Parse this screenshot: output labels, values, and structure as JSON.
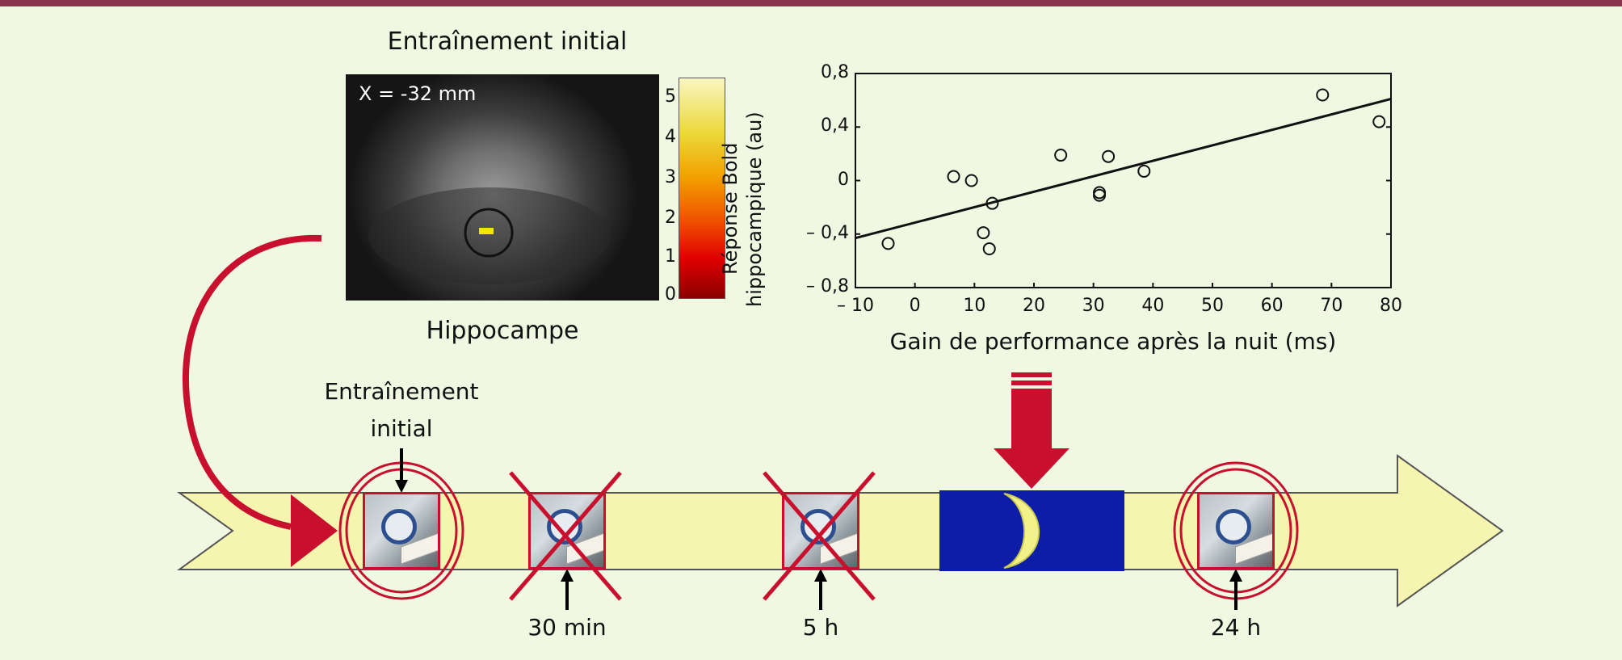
{
  "header": {
    "bar_color": "#8a3550"
  },
  "mri_panel": {
    "title": "Entraînement initial",
    "coordinate": "X = -32 mm",
    "region_label": "Hippocampe",
    "colorbar_ticks": [
      "5",
      "4",
      "3",
      "2",
      "1",
      "0"
    ]
  },
  "scatter_panel": {
    "ylabel_line1": "Réponse Bold",
    "ylabel_line2": "hippocampique (au)",
    "xlabel": "Gain de performance après la nuit (ms)",
    "x_ticks": [
      "– 10",
      "0",
      "10",
      "20",
      "30",
      "40",
      "50",
      "60",
      "70",
      "80"
    ],
    "y_ticks": [
      "0,8",
      "0,4",
      "0",
      "– 0,4",
      "– 0,8"
    ]
  },
  "chart_data": {
    "type": "scatter",
    "title": "",
    "xlabel": "Gain de performance après la nuit (ms)",
    "ylabel": "Réponse Bold hippocampique (au)",
    "xlim": [
      -10,
      80
    ],
    "ylim": [
      -0.8,
      0.8
    ],
    "points": [
      {
        "x": -4.5,
        "y": -0.47
      },
      {
        "x": 6.5,
        "y": 0.03
      },
      {
        "x": 9.5,
        "y": 0.0
      },
      {
        "x": 11.5,
        "y": -0.39
      },
      {
        "x": 12.5,
        "y": -0.51
      },
      {
        "x": 13.0,
        "y": -0.17
      },
      {
        "x": 24.5,
        "y": 0.19
      },
      {
        "x": 31.0,
        "y": -0.09
      },
      {
        "x": 31.0,
        "y": -0.11
      },
      {
        "x": 32.5,
        "y": 0.18
      },
      {
        "x": 38.5,
        "y": 0.07
      },
      {
        "x": 68.5,
        "y": 0.64
      },
      {
        "x": 78.0,
        "y": 0.44
      }
    ],
    "fit_line": {
      "x": [
        -10,
        80
      ],
      "y": [
        -0.43,
        0.61
      ]
    },
    "grid": false
  },
  "timeline": {
    "label_initial_line1": "Entraînement",
    "label_initial_line2": "initial",
    "label_30min": "30 min",
    "label_5h": "5 h",
    "label_24h": "24 h",
    "colors": {
      "arrow_fill": "#f5f5b0",
      "accent_red": "#c8102e",
      "night_blue": "#0c1ea6",
      "moon_yellow": "#f2f28a"
    }
  }
}
